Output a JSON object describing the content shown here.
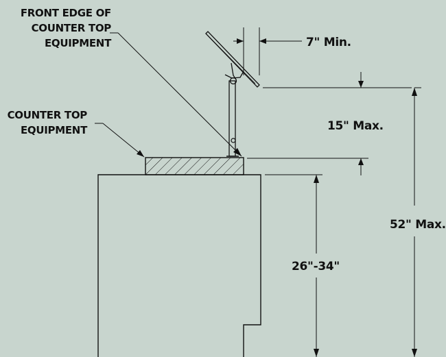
{
  "labels": {
    "front_edge": [
      "FRONT EDGE OF",
      "COUNTER TOP",
      "EQUIPMENT"
    ],
    "counter_top": [
      "COUNTER TOP",
      "EQUIPMENT"
    ]
  },
  "dimensions": {
    "clearance": "7\" Min.",
    "height_above_counter": "15\" Max.",
    "total_height": "52\" Max.",
    "counter_height": "26\"-34\""
  },
  "colors": {
    "background": "#c8d5ce",
    "line": "#111111"
  }
}
